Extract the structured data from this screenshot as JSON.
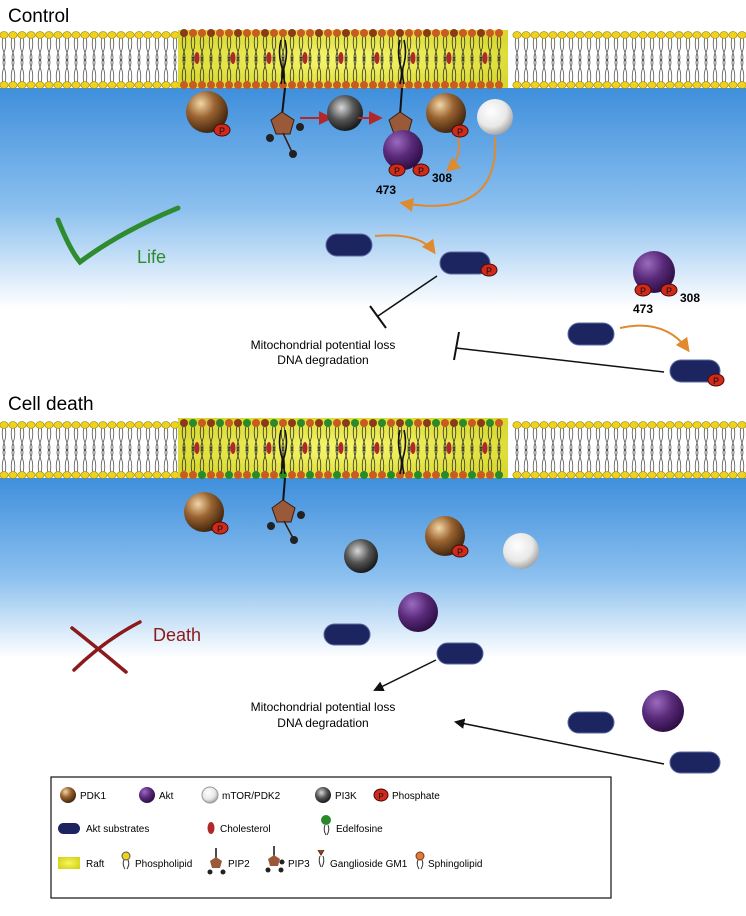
{
  "panels": {
    "control": {
      "title": "Control",
      "outcome": "Life",
      "outcome_color": "#2e8b2e",
      "caption_line1": "Mitochondrial potential loss",
      "caption_line2": "DNA degradation",
      "site_473": "473",
      "site_308": "308",
      "cyto_site_473": "473",
      "cyto_site_308": "308"
    },
    "cell_death": {
      "title": "Cell death",
      "outcome": "Death",
      "outcome_color": "#8b1a1a",
      "caption_line1": "Mitochondrial potential loss",
      "caption_line2": "DNA degradation"
    }
  },
  "phosphate_letter": "P",
  "colors": {
    "cytoplasm": "#3f8fdc",
    "raft": "#eaea2a",
    "lipid_head": "#f0d21e",
    "akt": "#5a2a7a",
    "pdk1": "#8a5a2a",
    "phosphate": "#d02a1a",
    "substrate": "#1c2560",
    "edelfosine": "#2a8a2a",
    "arrow": "#e08a30"
  },
  "legend": {
    "row1": [
      {
        "icon": "pdk1",
        "label": "PDK1"
      },
      {
        "icon": "akt",
        "label": "Akt"
      },
      {
        "icon": "mtor",
        "label": "mTOR/PDK2"
      },
      {
        "icon": "pi3k",
        "label": "PI3K"
      },
      {
        "icon": "phosphate",
        "label": "Phosphate"
      }
    ],
    "row2": [
      {
        "icon": "akt-substrate",
        "label": "Akt substrates"
      },
      {
        "icon": "cholesterol",
        "label": "Cholesterol"
      },
      {
        "icon": "edelfosine",
        "label": "Edelfosine"
      }
    ],
    "row3": [
      {
        "icon": "raft",
        "label": "Raft"
      },
      {
        "icon": "phospholipid",
        "label": "Phospholipid"
      },
      {
        "icon": "pip2",
        "label": "PIP2"
      },
      {
        "icon": "pip3",
        "label": "PIP3"
      },
      {
        "icon": "ganglioside",
        "label": "Ganglioside GM1"
      },
      {
        "icon": "sphingolipid",
        "label": "Sphingolipid"
      }
    ]
  }
}
